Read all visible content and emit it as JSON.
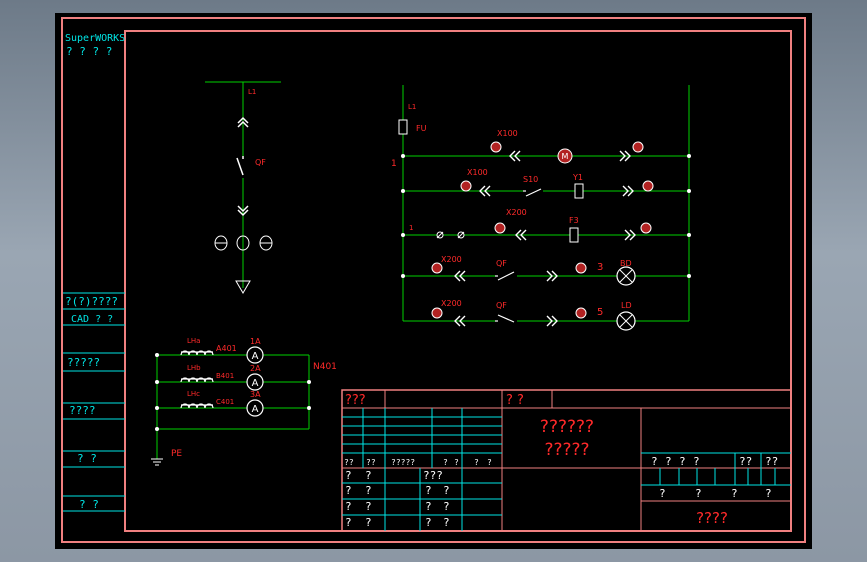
{
  "left_strip": {
    "brand": "SuperWORKS",
    "brand_sub": "? ? ? ?",
    "row1": "?(?)????",
    "row2": "CAD ? ?",
    "row3": "?????",
    "row4": "????",
    "row5": "? ?",
    "row6": "? ?"
  },
  "schematic_left": {
    "l1": "L1",
    "qf": "QF"
  },
  "current_circuit": {
    "lh1": "LHa",
    "tag1": "A401",
    "amp1": "1A",
    "lh2": "LHb",
    "tag2": "B401",
    "amp2": "2A",
    "lh3": "LHc",
    "tag3": "C401",
    "amp3": "3A",
    "neutral": "N401",
    "pe": "PE",
    "meter": "A"
  },
  "control_circuit": {
    "l1": "L1",
    "fu": "FU",
    "node1": "1",
    "r1_contact": "X100",
    "r1_motor": "M",
    "r2_contact": "X100",
    "r2_switch": "S10",
    "r2_coil": "Y1",
    "r3_start": "1",
    "r3_contact": "X200",
    "r3_coil": "F3",
    "r4_contact": "X200",
    "r4_switch": "QF",
    "r4_node": "3",
    "r4_lamp": "BD",
    "r5_contact": "X200",
    "r5_switch": "QF",
    "r5_node": "5",
    "r5_lamp": "LD"
  },
  "title_block": {
    "header_a": "???",
    "header_b": "? ?",
    "title_line1": "??????",
    "title_line2": "?????",
    "sig_row": [
      "??",
      "??",
      "?????",
      "?",
      "?",
      "?",
      "?"
    ],
    "sig_left": [
      "?",
      "?",
      "?",
      "?",
      "?"
    ],
    "sig_mid_a": "???",
    "sig_cells": [
      "?",
      "?",
      "?",
      "?",
      "?",
      "?",
      "?",
      "?"
    ],
    "stage_labels": [
      "?",
      "?",
      "?",
      "?"
    ],
    "qty_label": "??",
    "scale_label": "??",
    "sheet_labels": [
      "?",
      "?",
      "?",
      "?"
    ],
    "company": "????"
  }
}
